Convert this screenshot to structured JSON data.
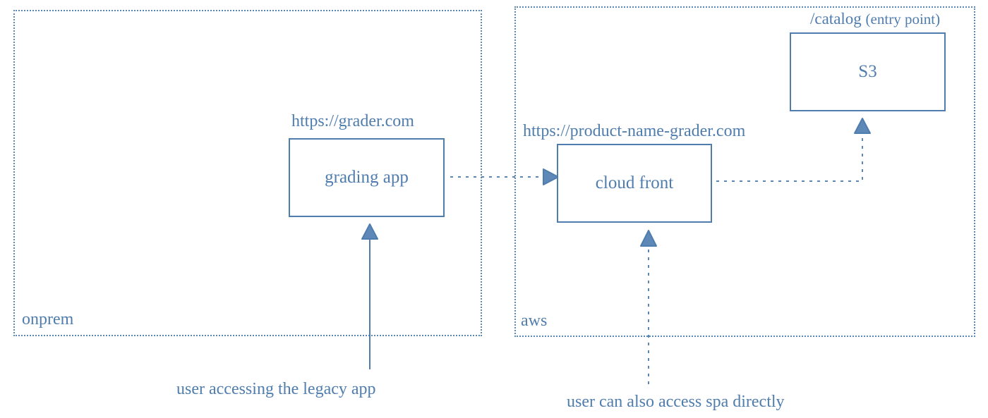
{
  "diagram": {
    "containers": {
      "onprem": {
        "label": "onprem"
      },
      "aws": {
        "label": "aws"
      }
    },
    "nodes": {
      "grading_app": {
        "label": "grading app",
        "url": "https://grader.com"
      },
      "cloud_front": {
        "label": "cloud front",
        "url": "https://product-name-grader.com"
      },
      "s3": {
        "label": "S3",
        "route": "/catalog",
        "route_note": "(entry point)"
      }
    },
    "actors": {
      "legacy_user": "user accessing the legacy app",
      "spa_user": "user can also access spa directly"
    },
    "edges": [
      {
        "from": "grading app",
        "to": "cloud front",
        "style": "dotted"
      },
      {
        "from": "cloud front",
        "to": "S3",
        "style": "dotted"
      },
      {
        "from": "user accessing the legacy app",
        "to": "grading app",
        "style": "solid"
      },
      {
        "from": "user can also access spa directly",
        "to": "cloud front",
        "style": "dotted"
      }
    ],
    "colors": {
      "stroke": "#4f7dae",
      "container_border": "#5b87b5",
      "arrowhead_fill": "#5e88b8",
      "text": "#4f7dae"
    }
  }
}
